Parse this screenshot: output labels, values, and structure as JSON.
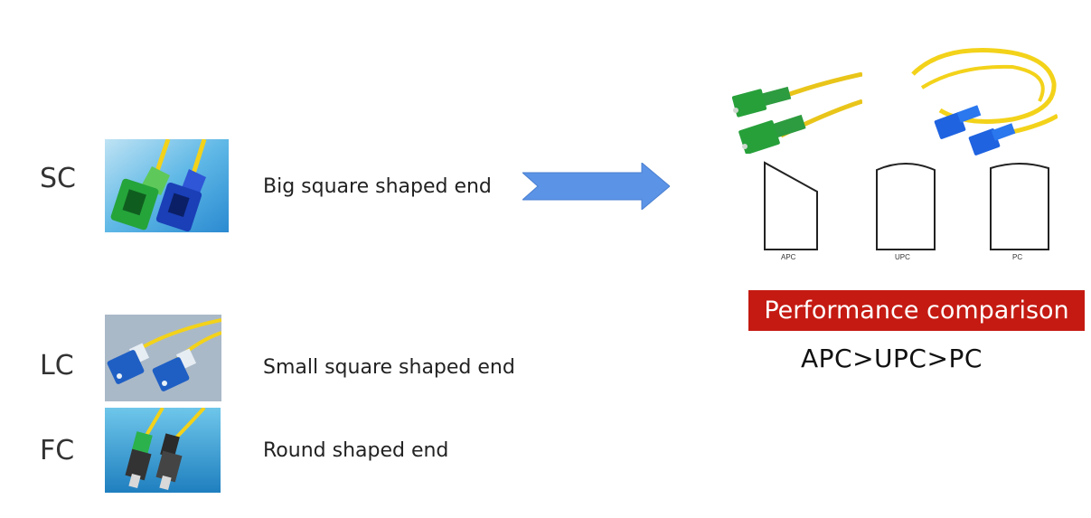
{
  "connectors": [
    {
      "code": "SC",
      "description": "Big square shaped end",
      "photo_icon": "sc-connector-photo-icon"
    },
    {
      "code": "LC",
      "description": "Small square shaped end",
      "photo_icon": "lc-connector-photo-icon"
    },
    {
      "code": "FC",
      "description": "Round shaped end",
      "photo_icon": "fc-connector-photo-icon"
    }
  ],
  "arrow": {
    "icon": "right-arrow-icon",
    "color": "#5b93e6"
  },
  "ferrule_types": [
    "APC",
    "UPC",
    "PC"
  ],
  "performance": {
    "banner": "Performance comparison",
    "order": "APC>UPC>PC",
    "banner_color": "#c41a12"
  },
  "colors": {
    "sc_green": "#28a745",
    "sc_blue": "#1e4bd8",
    "lc_blue": "#1f5fc4",
    "cable_yellow": "#f3d21a"
  }
}
